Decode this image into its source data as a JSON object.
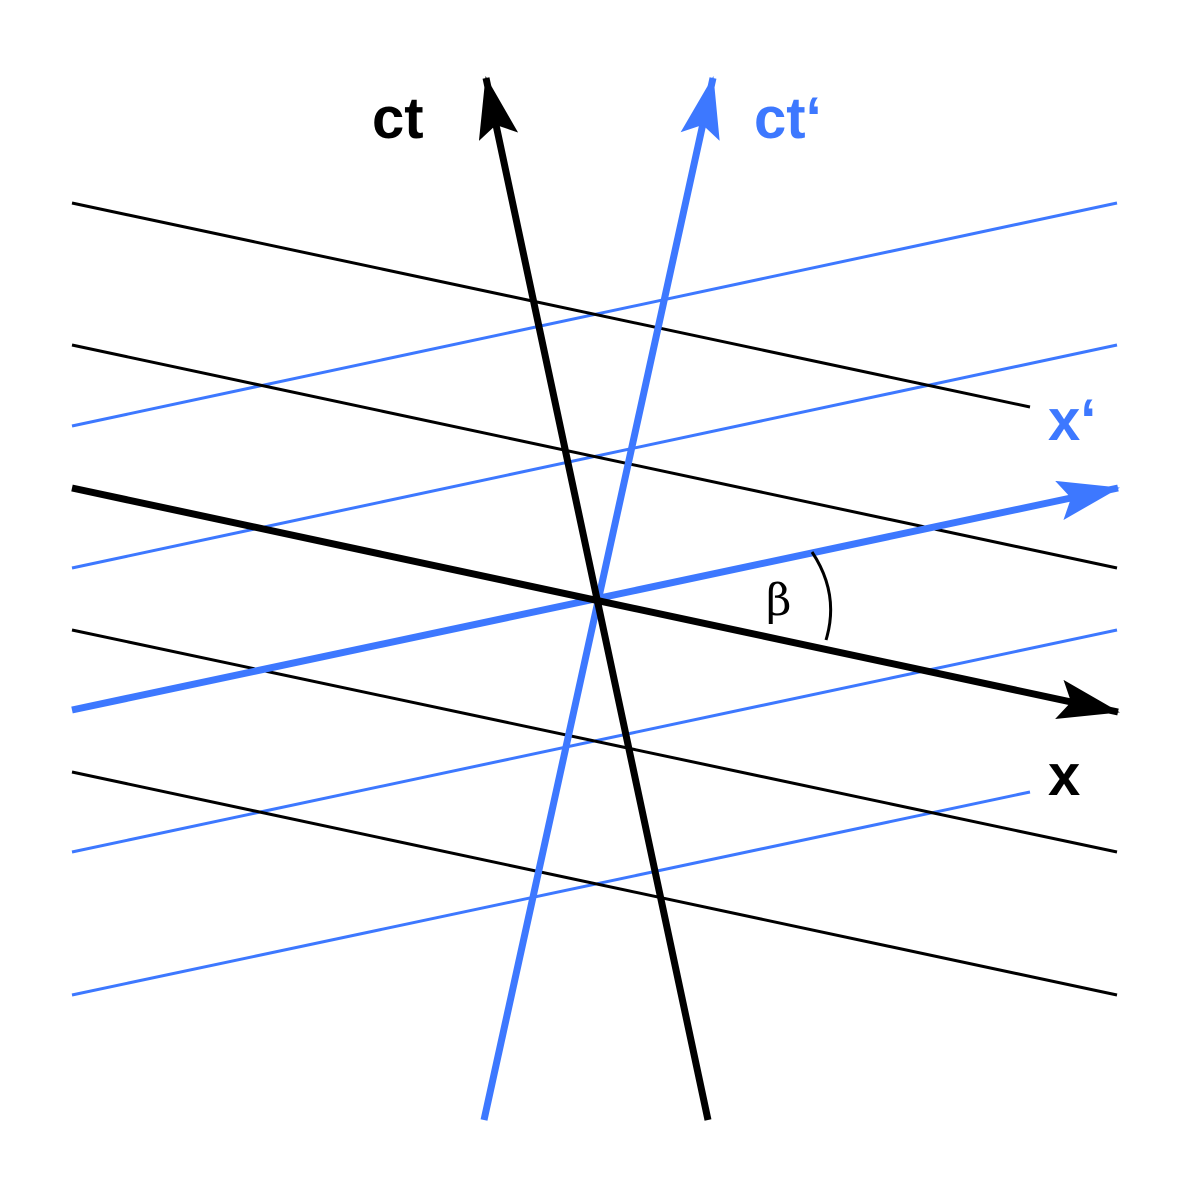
{
  "labels": {
    "ct_axis": "ct",
    "ct_prime_axis": "ct‘",
    "x_axis": "x",
    "x_prime_axis": "x‘",
    "angle": "β"
  },
  "colors": {
    "rest_frame": "#000000",
    "moving_frame": "#3d78ff",
    "background": "#ffffff"
  }
}
